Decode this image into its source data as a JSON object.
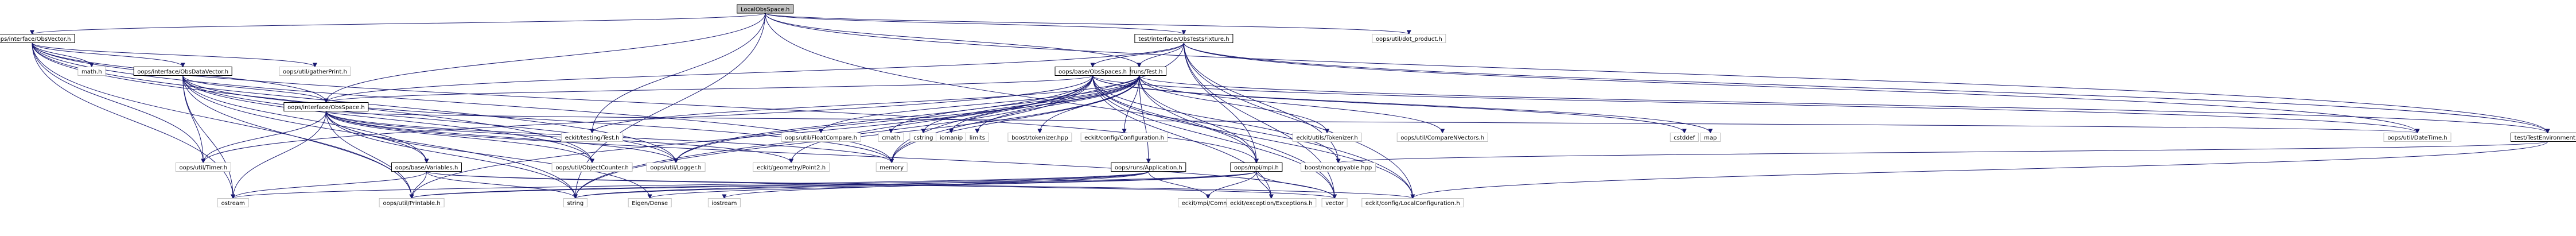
{
  "graph": {
    "root": "LocalObsSpace.h",
    "nodes": [
      {
        "id": "LocalObsSpace.h",
        "label": "LocalObsSpace.h",
        "style": "root"
      },
      {
        "id": "oops/interface/ObsVector.h",
        "label": "oops/interface/ObsVector.h",
        "style": "boxed"
      },
      {
        "id": "test/interface/ObsTestsFixture.h",
        "label": "test/interface/ObsTestsFixture.h",
        "style": "boxed"
      },
      {
        "id": "oops/util/dot_product.h",
        "label": "oops/util/dot_product.h",
        "style": "plain"
      },
      {
        "id": "math.h",
        "label": "math.h",
        "style": "plain"
      },
      {
        "id": "oops/interface/ObsDataVector.h",
        "label": "oops/interface/ObsDataVector.h",
        "style": "boxed"
      },
      {
        "id": "oops/util/gatherPrint.h",
        "label": "oops/util/gatherPrint.h",
        "style": "plain"
      },
      {
        "id": "oops/runs/Test.h",
        "label": "oops/runs/Test.h",
        "style": "boxed"
      },
      {
        "id": "oops/base/ObsSpaces.h",
        "label": "oops/base/ObsSpaces.h",
        "style": "boxed"
      },
      {
        "id": "oops/interface/ObsSpace.h",
        "label": "oops/interface/ObsSpace.h",
        "style": "boxed"
      },
      {
        "id": "eckit/testing/Test.h",
        "label": "eckit/testing/Test.h",
        "style": "plain"
      },
      {
        "id": "oops/util/FloatCompare.h",
        "label": "oops/util/FloatCompare.h",
        "style": "plain"
      },
      {
        "id": "cmath",
        "label": "cmath",
        "style": "plain"
      },
      {
        "id": "cstring",
        "label": "cstring",
        "style": "plain"
      },
      {
        "id": "iomanip",
        "label": "iomanip",
        "style": "plain"
      },
      {
        "id": "limits",
        "label": "limits",
        "style": "plain"
      },
      {
        "id": "boost/tokenizer.hpp",
        "label": "boost/tokenizer.hpp",
        "style": "plain"
      },
      {
        "id": "eckit/config/Configuration.h",
        "label": "eckit/config/Configuration.h",
        "style": "plain"
      },
      {
        "id": "eckit/utils/Tokenizer.h",
        "label": "eckit/utils/Tokenizer.h",
        "style": "plain"
      },
      {
        "id": "oops/util/CompareNVectors.h",
        "label": "oops/util/CompareNVectors.h",
        "style": "plain"
      },
      {
        "id": "cstddef",
        "label": "cstddef",
        "style": "plain"
      },
      {
        "id": "map",
        "label": "map",
        "style": "plain"
      },
      {
        "id": "oops/util/DateTime.h",
        "label": "oops/util/DateTime.h",
        "style": "plain"
      },
      {
        "id": "test/TestEnvironment.h",
        "label": "test/TestEnvironment.h",
        "style": "boxed"
      },
      {
        "id": "oops/util/Timer.h",
        "label": "oops/util/Timer.h",
        "style": "plain"
      },
      {
        "id": "oops/util/ObjectCounter.h",
        "label": "oops/util/ObjectCounter.h",
        "style": "plain"
      },
      {
        "id": "oops/base/Variables.h",
        "label": "oops/base/Variables.h",
        "style": "boxed"
      },
      {
        "id": "oops/util/Logger.h",
        "label": "oops/util/Logger.h",
        "style": "plain"
      },
      {
        "id": "eckit/geometry/Point2.h",
        "label": "eckit/geometry/Point2.h",
        "style": "plain"
      },
      {
        "id": "memory",
        "label": "memory",
        "style": "plain"
      },
      {
        "id": "oops/runs/Application.h",
        "label": "oops/runs/Application.h",
        "style": "boxed"
      },
      {
        "id": "oops/mpi/mpi.h",
        "label": "oops/mpi/mpi.h",
        "style": "boxed"
      },
      {
        "id": "boost/noncopyable.hpp",
        "label": "boost/noncopyable.hpp",
        "style": "plain"
      },
      {
        "id": "ostream",
        "label": "ostream",
        "style": "plain"
      },
      {
        "id": "oops/util/Printable.h",
        "label": "oops/util/Printable.h",
        "style": "plain"
      },
      {
        "id": "string",
        "label": "string",
        "style": "plain"
      },
      {
        "id": "Eigen/Dense",
        "label": "Eigen/Dense",
        "style": "plain"
      },
      {
        "id": "iostream",
        "label": "iostream",
        "style": "plain"
      },
      {
        "id": "eckit/mpi/Comm.h",
        "label": "eckit/mpi/Comm.h",
        "style": "plain"
      },
      {
        "id": "eckit/exception/Exceptions.h",
        "label": "eckit/exception/Exceptions.h",
        "style": "plain"
      },
      {
        "id": "vector",
        "label": "vector",
        "style": "plain"
      },
      {
        "id": "eckit/config/LocalConfiguration.h",
        "label": "eckit/config/LocalConfiguration.h",
        "style": "plain"
      }
    ],
    "edges": [
      [
        "LocalObsSpace.h",
        "oops/interface/ObsVector.h"
      ],
      [
        "LocalObsSpace.h",
        "test/interface/ObsTestsFixture.h"
      ],
      [
        "LocalObsSpace.h",
        "oops/util/dot_product.h"
      ],
      [
        "LocalObsSpace.h",
        "oops/runs/Test.h"
      ],
      [
        "LocalObsSpace.h",
        "oops/interface/ObsSpace.h"
      ],
      [
        "LocalObsSpace.h",
        "test/TestEnvironment.h"
      ],
      [
        "LocalObsSpace.h",
        "eckit/config/LocalConfiguration.h"
      ],
      [
        "LocalObsSpace.h",
        "string"
      ],
      [
        "LocalObsSpace.h",
        "eckit/testing/Test.h"
      ],
      [
        "oops/interface/ObsVector.h",
        "math.h"
      ],
      [
        "oops/interface/ObsVector.h",
        "oops/interface/ObsDataVector.h"
      ],
      [
        "oops/interface/ObsVector.h",
        "oops/util/gatherPrint.h"
      ],
      [
        "oops/interface/ObsVector.h",
        "oops/interface/ObsSpace.h"
      ],
      [
        "oops/interface/ObsVector.h",
        "oops/util/Timer.h"
      ],
      [
        "oops/interface/ObsVector.h",
        "oops/util/ObjectCounter.h"
      ],
      [
        "oops/interface/ObsVector.h",
        "oops/util/Logger.h"
      ],
      [
        "oops/interface/ObsVector.h",
        "oops/util/Printable.h"
      ],
      [
        "oops/interface/ObsVector.h",
        "ostream"
      ],
      [
        "oops/interface/ObsVector.h",
        "memory"
      ],
      [
        "oops/interface/ObsVector.h",
        "oops/mpi/mpi.h"
      ],
      [
        "oops/interface/ObsDataVector.h",
        "oops/interface/ObsSpace.h"
      ],
      [
        "oops/interface/ObsDataVector.h",
        "oops/base/Variables.h"
      ],
      [
        "oops/interface/ObsDataVector.h",
        "oops/util/Timer.h"
      ],
      [
        "oops/interface/ObsDataVector.h",
        "oops/util/ObjectCounter.h"
      ],
      [
        "oops/interface/ObsDataVector.h",
        "oops/util/Logger.h"
      ],
      [
        "oops/interface/ObsDataVector.h",
        "oops/util/Printable.h"
      ],
      [
        "oops/interface/ObsDataVector.h",
        "ostream"
      ],
      [
        "oops/interface/ObsDataVector.h",
        "memory"
      ],
      [
        "oops/interface/ObsDataVector.h",
        "string"
      ],
      [
        "oops/interface/ObsSpace.h",
        "oops/util/Timer.h"
      ],
      [
        "oops/interface/ObsSpace.h",
        "oops/util/ObjectCounter.h"
      ],
      [
        "oops/interface/ObsSpace.h",
        "oops/base/Variables.h"
      ],
      [
        "oops/interface/ObsSpace.h",
        "oops/util/Logger.h"
      ],
      [
        "oops/interface/ObsSpace.h",
        "eckit/geometry/Point2.h"
      ],
      [
        "oops/interface/ObsSpace.h",
        "memory"
      ],
      [
        "oops/interface/ObsSpace.h",
        "ostream"
      ],
      [
        "oops/interface/ObsSpace.h",
        "oops/util/Printable.h"
      ],
      [
        "oops/interface/ObsSpace.h",
        "string"
      ],
      [
        "oops/interface/ObsSpace.h",
        "oops/util/DateTime.h"
      ],
      [
        "oops/interface/ObsSpace.h",
        "Eigen/Dense"
      ],
      [
        "oops/interface/ObsSpace.h",
        "vector"
      ],
      [
        "oops/base/Variables.h",
        "ostream"
      ],
      [
        "oops/base/Variables.h",
        "oops/util/Printable.h"
      ],
      [
        "oops/base/Variables.h",
        "string"
      ],
      [
        "oops/base/Variables.h",
        "vector"
      ],
      [
        "oops/base/Variables.h",
        "eckit/config/LocalConfiguration.h"
      ],
      [
        "test/interface/ObsTestsFixture.h",
        "oops/base/ObsSpaces.h"
      ],
      [
        "test/interface/ObsTestsFixture.h",
        "oops/runs/Test.h"
      ],
      [
        "test/interface/ObsTestsFixture.h",
        "test/TestEnvironment.h"
      ],
      [
        "test/interface/ObsTestsFixture.h",
        "oops/util/DateTime.h"
      ],
      [
        "test/interface/ObsTestsFixture.h",
        "eckit/config/LocalConfiguration.h"
      ],
      [
        "test/interface/ObsTestsFixture.h",
        "boost/noncopyable.hpp"
      ],
      [
        "test/interface/ObsTestsFixture.h",
        "oops/mpi/mpi.h"
      ],
      [
        "test/interface/ObsTestsFixture.h",
        "memory"
      ],
      [
        "test/interface/ObsTestsFixture.h",
        "vector"
      ],
      [
        "test/interface/ObsTestsFixture.h",
        "oops/interface/ObsSpace.h"
      ],
      [
        "oops/runs/Test.h",
        "eckit/testing/Test.h"
      ],
      [
        "oops/runs/Test.h",
        "oops/util/FloatCompare.h"
      ],
      [
        "oops/runs/Test.h",
        "cmath"
      ],
      [
        "oops/runs/Test.h",
        "cstring"
      ],
      [
        "oops/runs/Test.h",
        "iomanip"
      ],
      [
        "oops/runs/Test.h",
        "limits"
      ],
      [
        "oops/runs/Test.h",
        "boost/tokenizer.hpp"
      ],
      [
        "oops/runs/Test.h",
        "eckit/config/Configuration.h"
      ],
      [
        "oops/runs/Test.h",
        "eckit/utils/Tokenizer.h"
      ],
      [
        "oops/runs/Test.h",
        "oops/util/CompareNVectors.h"
      ],
      [
        "oops/runs/Test.h",
        "oops/runs/Application.h"
      ],
      [
        "oops/runs/Test.h",
        "oops/mpi/mpi.h"
      ],
      [
        "oops/runs/Test.h",
        "oops/util/Logger.h"
      ],
      [
        "oops/runs/Test.h",
        "test/TestEnvironment.h"
      ],
      [
        "oops/runs/Test.h",
        "string"
      ],
      [
        "oops/runs/Test.h",
        "vector"
      ],
      [
        "oops/runs/Test.h",
        "memory"
      ],
      [
        "oops/base/ObsSpaces.h",
        "cstddef"
      ],
      [
        "oops/base/ObsSpaces.h",
        "map"
      ],
      [
        "oops/base/ObsSpaces.h",
        "oops/util/DateTime.h"
      ],
      [
        "oops/base/ObsSpaces.h",
        "oops/interface/ObsSpace.h"
      ],
      [
        "oops/base/ObsSpaces.h",
        "oops/mpi/mpi.h"
      ],
      [
        "oops/base/ObsSpaces.h",
        "oops/util/Logger.h"
      ],
      [
        "oops/base/ObsSpaces.h",
        "oops/util/Printable.h"
      ],
      [
        "oops/base/ObsSpaces.h",
        "eckit/config/LocalConfiguration.h"
      ],
      [
        "oops/base/ObsSpaces.h",
        "eckit/exception/Exceptions.h"
      ],
      [
        "oops/base/ObsSpaces.h",
        "boost/noncopyable.hpp"
      ],
      [
        "oops/base/ObsSpaces.h",
        "memory"
      ],
      [
        "oops/base/ObsSpaces.h",
        "string"
      ],
      [
        "oops/base/ObsSpaces.h",
        "vector"
      ],
      [
        "oops/base/ObsSpaces.h",
        "oops/util/Timer.h"
      ],
      [
        "oops/base/ObsSpaces.h",
        "eckit/geometry/Point2.h"
      ],
      [
        "oops/runs/Application.h",
        "ostream"
      ],
      [
        "oops/runs/Application.h",
        "iostream"
      ],
      [
        "oops/runs/Application.h",
        "string"
      ],
      [
        "oops/runs/Application.h",
        "eckit/mpi/Comm.h"
      ],
      [
        "oops/runs/Application.h",
        "oops/util/Printable.h"
      ],
      [
        "oops/mpi/mpi.h",
        "eckit/mpi/Comm.h"
      ],
      [
        "oops/mpi/mpi.h",
        "eckit/exception/Exceptions.h"
      ],
      [
        "oops/mpi/mpi.h",
        "string"
      ],
      [
        "oops/mpi/mpi.h",
        "vector"
      ],
      [
        "oops/mpi/mpi.h",
        "Eigen/Dense"
      ],
      [
        "oops/mpi/mpi.h",
        "oops/util/Printable.h"
      ],
      [
        "test/TestEnvironment.h",
        "boost/noncopyable.hpp"
      ],
      [
        "test/TestEnvironment.h",
        "eckit/config/LocalConfiguration.h"
      ]
    ]
  }
}
